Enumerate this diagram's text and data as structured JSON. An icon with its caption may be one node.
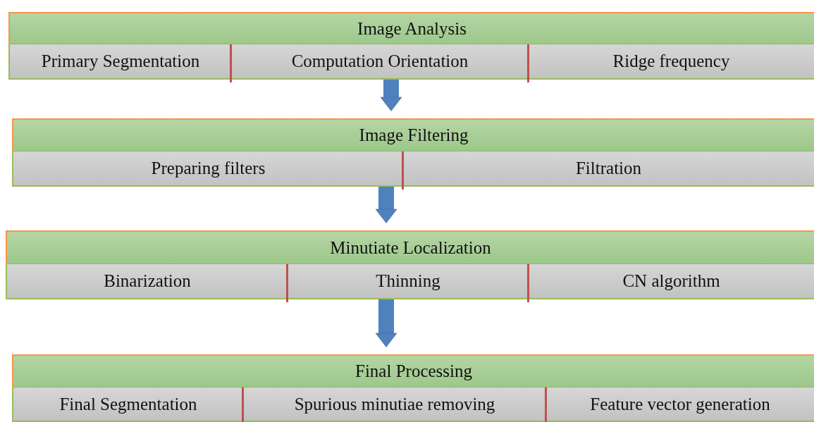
{
  "diagram": {
    "nodes": [
      {
        "text": [
          "Image Analysis"
        ]
      },
      {
        "text": [
          "Primary Segmentation"
        ]
      },
      {
        "text": [
          "Computation Orientation"
        ]
      },
      {
        "text": [
          "Ridge frequency"
        ]
      },
      {
        "text": [
          "Image Filtering"
        ]
      },
      {
        "text": [
          "Preparing filters"
        ]
      },
      {
        "text": [
          "Filtration"
        ]
      },
      {
        "text": [
          "Minutiate Localization"
        ]
      },
      {
        "text": [
          "Binarization"
        ]
      },
      {
        "text": [
          "Thinning"
        ]
      },
      {
        "text": [
          "CN algorithm"
        ]
      },
      {
        "text": [
          "Final Processing"
        ]
      },
      {
        "text": [
          "Final Segmentation"
        ]
      },
      {
        "text": [
          "Spurious minutiae removing"
        ]
      },
      {
        "text": [
          "Feature vector generation"
        ]
      }
    ],
    "edges": [
      {
        "from": 2,
        "to": 4,
        "arrow": "to"
      },
      {
        "from": 5,
        "to": 7,
        "arrow": "to"
      },
      {
        "from": 9,
        "to": 11,
        "arrow": "to"
      }
    ]
  }
}
